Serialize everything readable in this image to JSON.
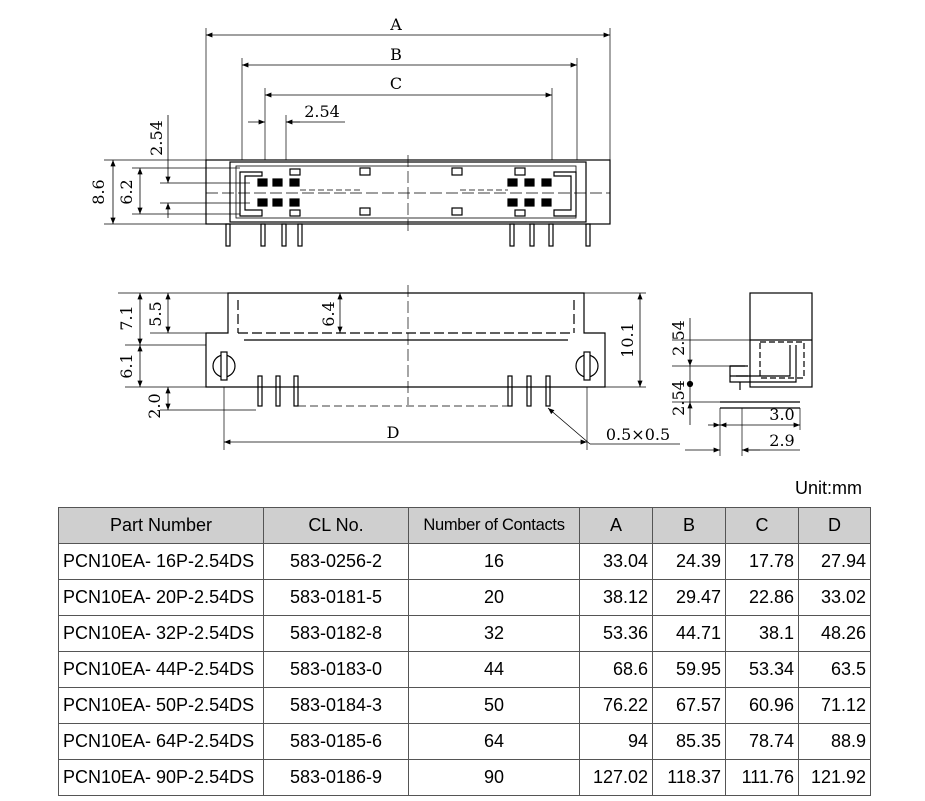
{
  "drawing": {
    "labels": {
      "A": "A",
      "B": "B",
      "C": "C",
      "D": "D",
      "pitch_top": "2.54",
      "height_8_6": "8.6",
      "height_6_2": "6.2",
      "side_2_54": "2.54",
      "front_7_1": "7.1",
      "front_5_5": "5.5",
      "front_6_4": "6.4",
      "front_10_1": "10.1",
      "front_6_1": "6.1",
      "front_2_0": "2.0",
      "pin_section": "0.5×0.5",
      "side_pitch_a": "2.54",
      "side_pitch_b": "2.54",
      "side_3_0": "3.0",
      "side_2_9": "2.9"
    }
  },
  "unit_label": "Unit:mm",
  "table": {
    "headers": [
      "Part Number",
      "CL No.",
      "Number of Contacts",
      "A",
      "B",
      "C",
      "D"
    ],
    "rows": [
      {
        "part": "PCN10EA-  16P-2.54DS",
        "cl": "583-0256-2",
        "contacts": "16",
        "a": "33.04",
        "b": "24.39",
        "c": "17.78",
        "d": "27.94"
      },
      {
        "part": "PCN10EA-  20P-2.54DS",
        "cl": "583-0181-5",
        "contacts": "20",
        "a": "38.12",
        "b": "29.47",
        "c": "22.86",
        "d": "33.02"
      },
      {
        "part": "PCN10EA-  32P-2.54DS",
        "cl": "583-0182-8",
        "contacts": "32",
        "a": "53.36",
        "b": "44.71",
        "c": "38.1",
        "d": "48.26"
      },
      {
        "part": "PCN10EA-  44P-2.54DS",
        "cl": "583-0183-0",
        "contacts": "44",
        "a": "68.6",
        "b": "59.95",
        "c": "53.34",
        "d": "63.5"
      },
      {
        "part": "PCN10EA-  50P-2.54DS",
        "cl": "583-0184-3",
        "contacts": "50",
        "a": "76.22",
        "b": "67.57",
        "c": "60.96",
        "d": "71.12"
      },
      {
        "part": "PCN10EA-  64P-2.54DS",
        "cl": "583-0185-6",
        "contacts": "64",
        "a": "94",
        "b": "85.35",
        "c": "78.74",
        "d": "88.9"
      },
      {
        "part": "PCN10EA-  90P-2.54DS",
        "cl": "583-0186-9",
        "contacts": "90",
        "a": "127.02",
        "b": "118.37",
        "c": "111.76",
        "d": "121.92"
      }
    ]
  }
}
